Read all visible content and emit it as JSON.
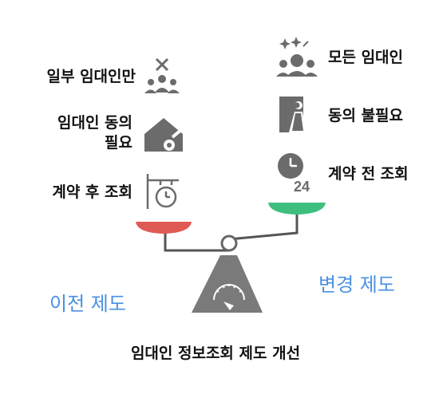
{
  "left_side": {
    "heading": "이전 제도",
    "items": [
      {
        "label": "일부 임대인만",
        "icon": "people-x-icon"
      },
      {
        "label_line1": "임대인 동의",
        "label_line2": "필요",
        "icon": "house-key-icon"
      },
      {
        "label": "계약 후 조회",
        "icon": "clock-sign-icon"
      }
    ],
    "pan_color": "#e05a55"
  },
  "right_side": {
    "heading": "변경 제도",
    "items": [
      {
        "label": "모든 임대인",
        "icon": "people-sparkle-icon"
      },
      {
        "label": "동의 불필요",
        "icon": "person-exit-door-icon"
      },
      {
        "label": "계약 전 조회",
        "icon": "clock-24-icon"
      }
    ],
    "pan_color": "#3fbf7f"
  },
  "title": "임대인 정보조회 제도 개선",
  "colors": {
    "icon_gray": "#6b6b6b",
    "scale_gray": "#7a7a7a",
    "heading_blue": "#4a90e2"
  }
}
